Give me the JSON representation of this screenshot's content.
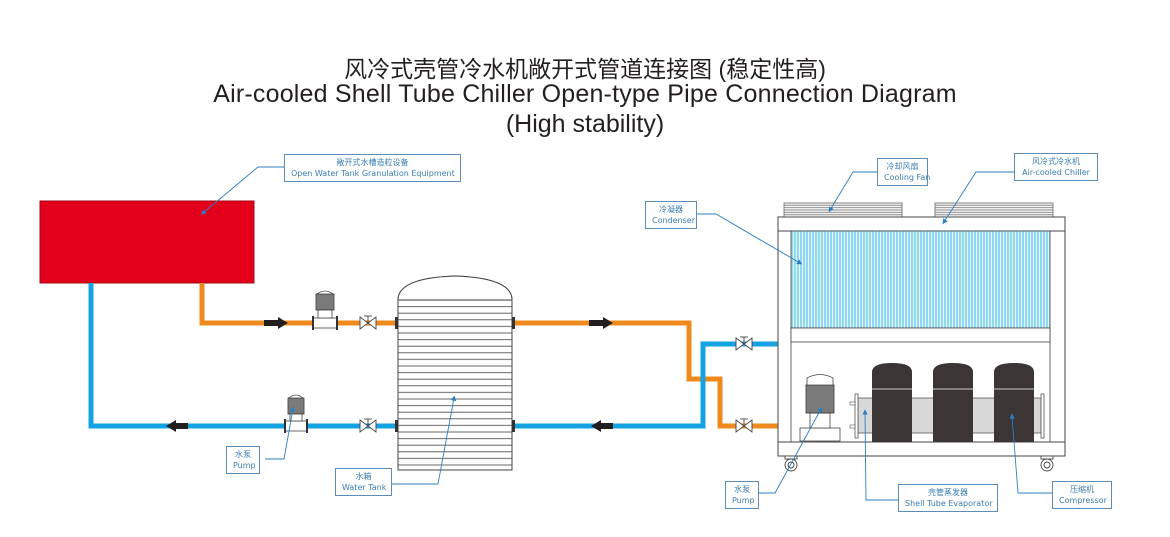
{
  "title": {
    "cn": "风冷式壳管冷水机敞开式管道连接图 (稳定性高)",
    "en_line1": "Air-cooled Shell Tube Chiller Open-type Pipe Connection Diagram",
    "en_line2": "(High stability)"
  },
  "colors": {
    "hot_pipe": "#ee8a1d",
    "cold_pipe": "#13a3e3",
    "granulation_tank": "#e3001b",
    "condenser": "#8ed9ef",
    "callout": "#3a7cb0",
    "compressor": "#3b3535"
  },
  "labels": {
    "granulation": {
      "cn": "敞开式水槽造粒设备",
      "en": "Open Water Tank Granulation Equipment"
    },
    "cooling_fan": {
      "cn": "冷却风扇",
      "en": "Cooling Fan"
    },
    "air_cooled_chiller": {
      "cn": "风冷式冷水机",
      "en": "Air-cooled Chiller"
    },
    "condenser": {
      "cn": "冷凝器",
      "en": "Condenser"
    },
    "pump_left": {
      "cn": "水泵",
      "en": "Pump"
    },
    "water_tank": {
      "cn": "水箱",
      "en": "Water Tank"
    },
    "pump_chiller": {
      "cn": "水泵",
      "en": "Pump"
    },
    "evaporator": {
      "cn": "壳管蒸发器",
      "en": "Shell Tube Evaporator"
    },
    "compressor": {
      "cn": "压缩机",
      "en": "Compressor"
    }
  },
  "components": {
    "compressor_count": 3,
    "cooling_fan_count": 2,
    "valves": [
      "tank-inlet-valve",
      "tank-outlet-valve",
      "chiller-cold-valve",
      "chiller-hot-valve"
    ],
    "pumps": [
      "hot-line-pump",
      "cold-line-pump",
      "chiller-internal-pump"
    ]
  }
}
